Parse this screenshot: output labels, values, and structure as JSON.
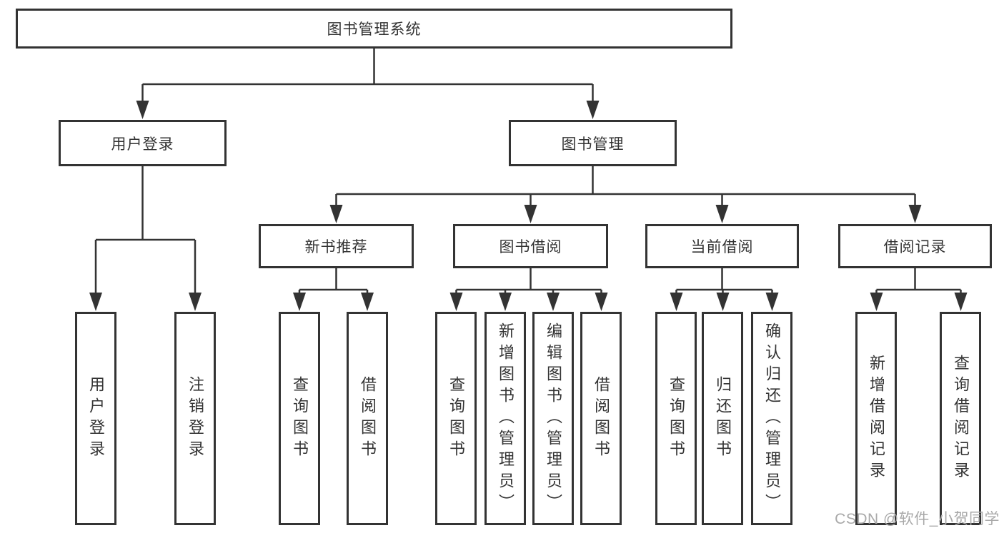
{
  "diagram": {
    "title": "图书管理系统",
    "branches": [
      {
        "label": "用户登录",
        "children": [
          "用户登录",
          "注销登录"
        ]
      },
      {
        "label": "图书管理",
        "children": [
          {
            "label": "新书推荐",
            "children": [
              "查询图书",
              "借阅图书"
            ]
          },
          {
            "label": "图书借阅",
            "children": [
              "查询图书",
              "新增图书（管理员）",
              "编辑图书（管理员）",
              "借阅图书"
            ]
          },
          {
            "label": "当前借阅",
            "children": [
              "查询图书",
              "归还图书",
              "确认归还（管理员）"
            ]
          },
          {
            "label": "借阅记录",
            "children": [
              "新增借阅记录",
              "查询借阅记录"
            ]
          }
        ]
      }
    ]
  },
  "watermark": {
    "text": "CSDN @软件_小贺同学"
  },
  "colors": {
    "line": "#333333",
    "border": "#333333",
    "text": "#333333",
    "watermark": "#a9a9a9",
    "background": "#ffffff"
  }
}
